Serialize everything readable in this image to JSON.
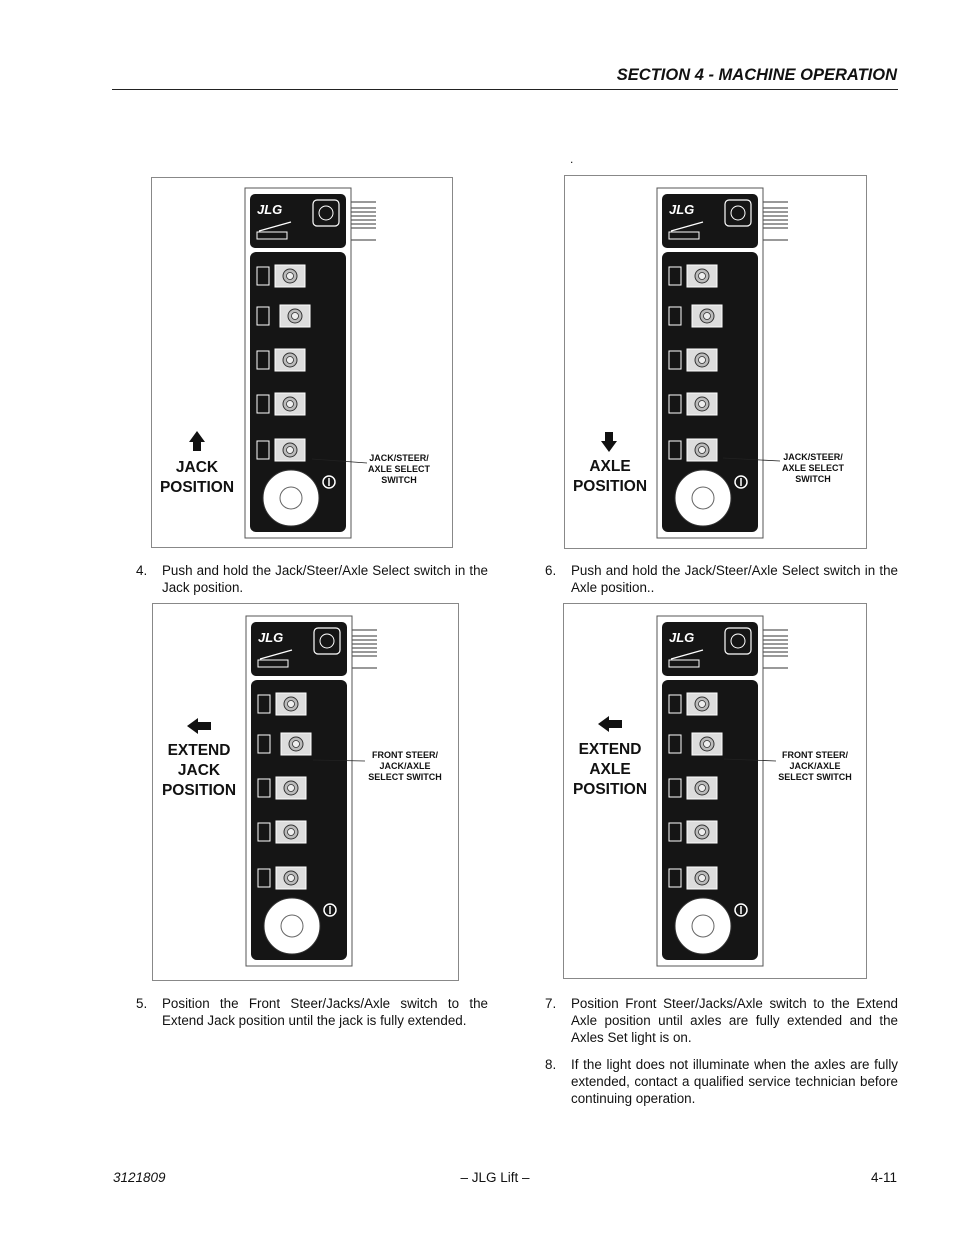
{
  "header": {
    "section_title": "SECTION 4 - MACHINE OPERATION"
  },
  "stray_mark": ".",
  "figures": [
    {
      "position_label": [
        "JACK",
        "POSITION"
      ],
      "switch_label": [
        "JACK/STEER/",
        "AXLE SELECT",
        "SWITCH"
      ],
      "arrow": "up-arrow"
    },
    {
      "position_label": [
        "AXLE",
        "POSITION"
      ],
      "switch_label": [
        "JACK/STEER/",
        "AXLE SELECT",
        "SWITCH"
      ],
      "arrow": "down-arrow"
    },
    {
      "position_label": [
        "EXTEND",
        "JACK",
        "POSITION"
      ],
      "switch_label": [
        "FRONT STEER/",
        "JACK/AXLE",
        "SELECT SWITCH"
      ],
      "arrow": "left-arrow"
    },
    {
      "position_label": [
        "EXTEND",
        "AXLE",
        "POSITION"
      ],
      "switch_label": [
        "FRONT STEER/",
        "JACK/AXLE",
        "SELECT SWITCH"
      ],
      "arrow": "left-arrow"
    }
  ],
  "steps": {
    "s4": {
      "num": "4.",
      "text": "Push and hold the Jack/Steer/Axle Select switch in the Jack position."
    },
    "s5": {
      "num": "5.",
      "text": "Position the Front Steer/Jacks/Axle switch to the Extend Jack position until the jack is fully extended."
    },
    "s6": {
      "num": "6.",
      "text": "Push and hold the Jack/Steer/Axle Select switch in the Axle position.."
    },
    "s7": {
      "num": "7.",
      "text": "Position Front Steer/Jacks/Axle switch to the Extend Axle position until axles are fully extended and the Axles Set light is on."
    },
    "s8": {
      "num": "8.",
      "text": "If the light does not illuminate when the axles are fully extended, contact a qualified service technician before continuing operation."
    }
  },
  "footer": {
    "doc_number": "3121809",
    "center": "– JLG Lift –",
    "page": "4-11"
  },
  "panel": {
    "logo": "JLG"
  },
  "colors": {
    "panel": "#151515",
    "panel_border": "#555555"
  }
}
